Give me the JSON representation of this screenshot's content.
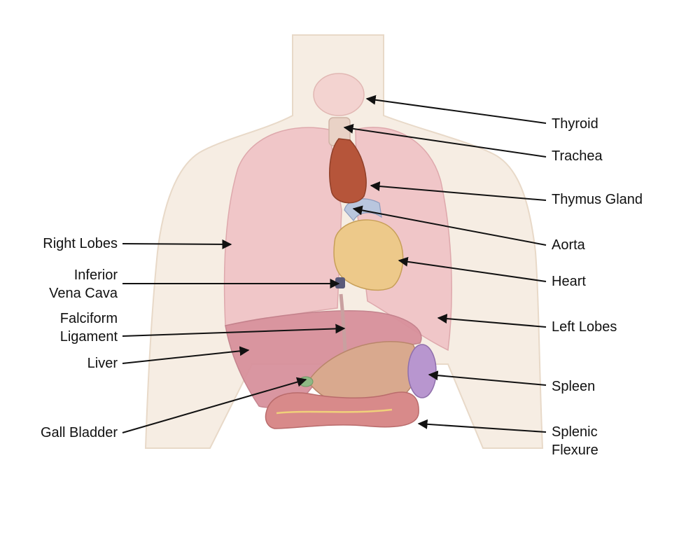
{
  "colors": {
    "background": "#ffffff",
    "skin": "#f6ede3",
    "skin_edge": "#e8d9c8",
    "lung": "#f0c3c6",
    "lung_edge": "#dca3a8",
    "liver": "#d8919c",
    "thyroid": "#f3d3d0",
    "trachea": "#e9d2c6",
    "thymus": "#b6553a",
    "heart": "#edc98a",
    "aorta": "#b9c6de",
    "vena_cava": "#5a5a7a",
    "stomach": "#d9a98e",
    "spleen": "#b896cf",
    "colon": "#d88a8a",
    "gallbladder": "#8fb885",
    "line": "#111111"
  },
  "labels": {
    "right_side": [
      {
        "id": "thyroid",
        "lines": [
          "Thyroid"
        ]
      },
      {
        "id": "trachea",
        "lines": [
          "Trachea"
        ]
      },
      {
        "id": "thymus",
        "lines": [
          "Thymus Gland"
        ]
      },
      {
        "id": "aorta",
        "lines": [
          "Aorta"
        ]
      },
      {
        "id": "heart",
        "lines": [
          "Heart"
        ]
      },
      {
        "id": "left-lobes",
        "lines": [
          "Left Lobes"
        ]
      },
      {
        "id": "spleen",
        "lines": [
          "Spleen"
        ]
      },
      {
        "id": "splenic-flexure",
        "lines": [
          "Splenic",
          "Flexure"
        ]
      }
    ],
    "left_side": [
      {
        "id": "right-lobes",
        "lines": [
          "Right Lobes"
        ]
      },
      {
        "id": "inferior-vena-cava",
        "lines": [
          "Inferior",
          "Vena Cava"
        ]
      },
      {
        "id": "falciform-ligament",
        "lines": [
          "Falciform",
          "Ligament"
        ]
      },
      {
        "id": "liver",
        "lines": [
          "Liver"
        ]
      },
      {
        "id": "gall-bladder",
        "lines": [
          "Gall Bladder"
        ]
      }
    ]
  }
}
